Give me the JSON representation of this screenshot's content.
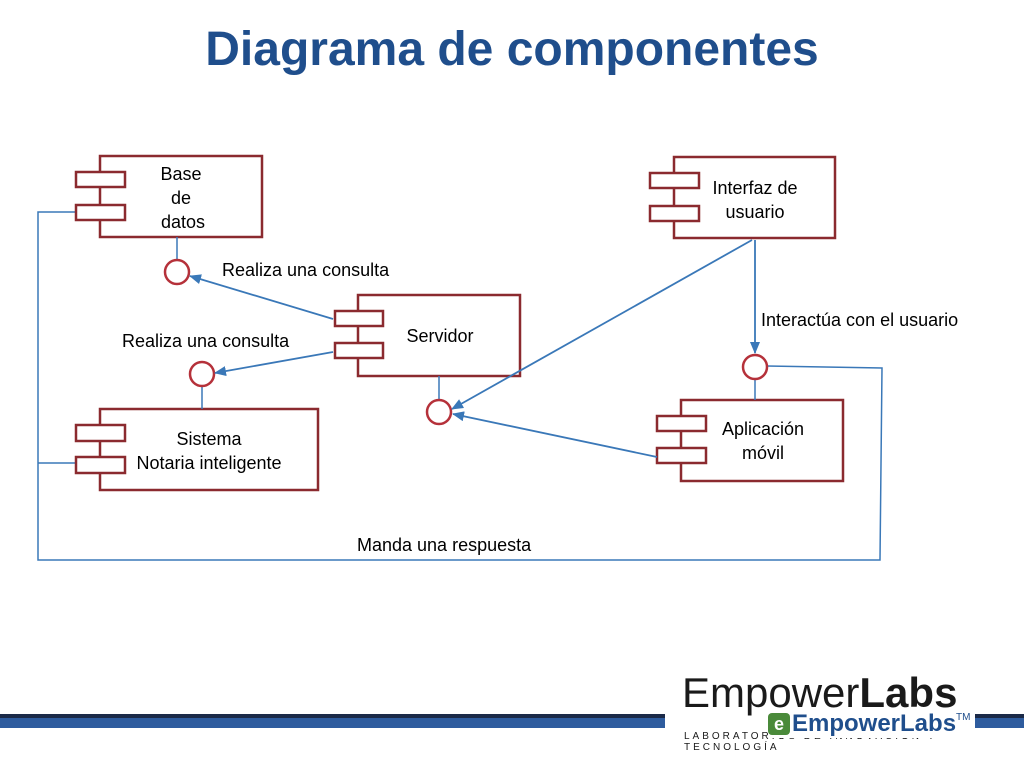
{
  "title": "Diagrama de componentes",
  "components": {
    "base_datos": [
      "Base",
      "de",
      "datos"
    ],
    "interfaz": [
      "Interfaz de",
      "usuario"
    ],
    "servidor": [
      "Servidor"
    ],
    "sistema": [
      "Sistema",
      "Notaria inteligente"
    ],
    "aplicacion": [
      "Aplicación",
      "móvil"
    ]
  },
  "labels": {
    "consulta_base": "Realiza una consulta",
    "consulta_sistema": "Realiza una consulta",
    "interactua": "Interactúa con el usuario",
    "respuesta": "Manda una respuesta"
  },
  "footer": {
    "logo_big_light": "Empower",
    "logo_big_bold": "Labs",
    "logo_sub": "LABORATORIOS DE INNOVACIÓN Y TECNOLOGÍA",
    "logo_small_e": "e",
    "logo_small_text": "EmpowerLabs",
    "logo_small_tm": "TM"
  },
  "colors": {
    "title": "#1f4e8c",
    "component_border": "#8b2a2f",
    "connector": "#3a78b8"
  }
}
